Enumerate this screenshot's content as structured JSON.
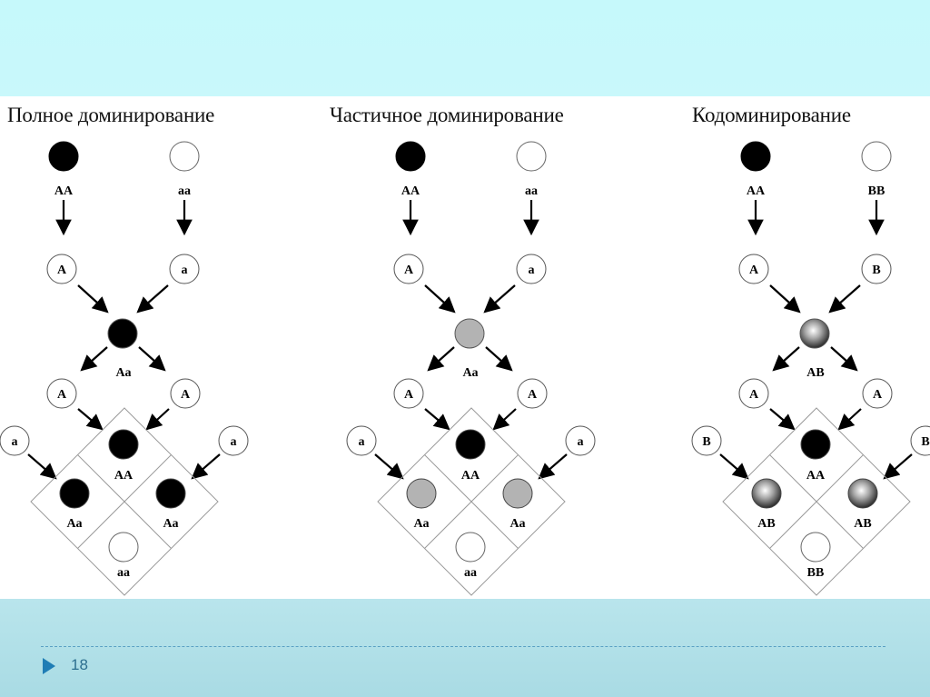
{
  "slide": {
    "page_number": "18"
  },
  "panels": [
    {
      "title": "Полное доминирование",
      "parent_labels": [
        "AA",
        "aa"
      ],
      "gamete_labels": [
        "A",
        "a"
      ],
      "f1_label": "Aa",
      "f1_gametes": [
        "A",
        "A"
      ],
      "side_gametes": [
        "a",
        "a"
      ],
      "grid_labels": {
        "top": "AA",
        "left": "Aa",
        "right": "Aa",
        "bottom": "aa"
      },
      "colors": {
        "parent_left": "#000000",
        "parent_right": "#ffffff",
        "f1": "#000000",
        "top": "#000000",
        "left": "#000000",
        "right": "#000000",
        "bottom": "#ffffff"
      }
    },
    {
      "title": "Частичное доминирование",
      "parent_labels": [
        "AA",
        "aa"
      ],
      "gamete_labels": [
        "A",
        "a"
      ],
      "f1_label": "Aa",
      "f1_gametes": [
        "A",
        "A"
      ],
      "side_gametes": [
        "a",
        "a"
      ],
      "grid_labels": {
        "top": "AA",
        "left": "Aa",
        "right": "Aa",
        "bottom": "aa"
      },
      "colors": {
        "parent_left": "#000000",
        "parent_right": "#ffffff",
        "f1": "#b3b3b3",
        "top": "#000000",
        "left": "#b3b3b3",
        "right": "#b3b3b3",
        "bottom": "#ffffff"
      }
    },
    {
      "title": "Кодоминирование",
      "parent_labels": [
        "AA",
        "BB"
      ],
      "gamete_labels": [
        "A",
        "B"
      ],
      "f1_label": "AB",
      "f1_gametes": [
        "A",
        "A"
      ],
      "side_gametes": [
        "B",
        "B"
      ],
      "grid_labels": {
        "top": "AA",
        "left": "AB",
        "right": "AB",
        "bottom": "BB"
      },
      "colors": {
        "parent_left": "#000000",
        "parent_right": "#ffffff",
        "f1": "sphere",
        "top": "#000000",
        "left": "sphere",
        "right": "sphere",
        "bottom": "#ffffff"
      }
    }
  ]
}
